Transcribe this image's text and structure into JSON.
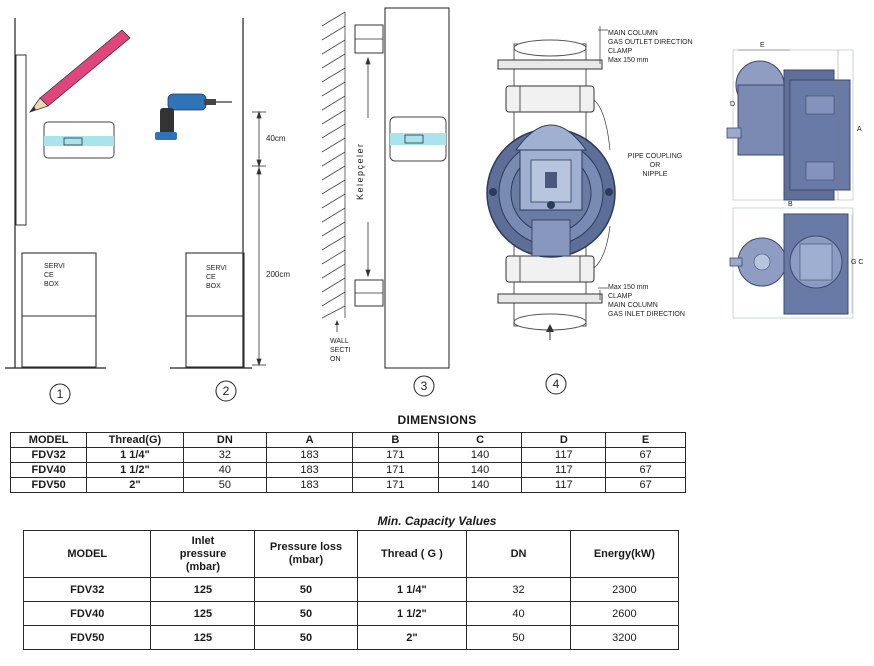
{
  "figures": {
    "step1": {
      "number": "1",
      "box_label": "SERVI\nCE\nBOX"
    },
    "step2": {
      "number": "2",
      "box_label": "SERVI\nCE\nBOX",
      "dim_upper": "40cm",
      "dim_lower": "200cm"
    },
    "step3": {
      "number": "3",
      "vertical_text": "Kelepçeler",
      "wall_label": "WALL\nSECTI\nON"
    },
    "step4": {
      "number": "4",
      "top_label": "MAIN COLUMN\nGAS OUTLET DIRECTION\nCLAMP\nMax 150 mm",
      "middle_label": "PIPE COUPLING\nOR\nNIPPLE",
      "bottom_label": "Max 150 mm\nCLAMP\nMAIN COLUMN\nGAS INLET DIRECTION"
    },
    "drawing_letters": {
      "top_width": "E",
      "side_left": "D",
      "side_right": "A",
      "lower_top": "B",
      "lower_right": "G C"
    }
  },
  "dimensions": {
    "title": "DIMENSIONS",
    "headers": [
      "MODEL",
      "Thread(G)",
      "DN",
      "A",
      "B",
      "C",
      "D",
      "E"
    ],
    "rows": [
      [
        "FDV32",
        "1 1/4\"",
        "32",
        "183",
        "171",
        "140",
        "117",
        "67"
      ],
      [
        "FDV40",
        "1 1/2\"",
        "40",
        "183",
        "171",
        "140",
        "117",
        "67"
      ],
      [
        "FDV50",
        "2\"",
        "50",
        "183",
        "171",
        "140",
        "117",
        "67"
      ]
    ]
  },
  "capacity": {
    "title": "Min. Capacity Values",
    "headers": [
      "MODEL",
      "Inlet\npressure\n(mbar)",
      "Pressure loss\n(mbar)",
      "Thread ( G )",
      "DN",
      "Energy(kW)"
    ],
    "rows": [
      [
        "FDV32",
        "125",
        "50",
        "1 1/4\"",
        "32",
        "2300"
      ],
      [
        "FDV40",
        "125",
        "50",
        "1 1/2\"",
        "40",
        "2600"
      ],
      [
        "FDV50",
        "125",
        "50",
        "2\"",
        "50",
        "3200"
      ]
    ]
  },
  "colors": {
    "ink": "#1a1a1a",
    "pencil": "#e0457b",
    "level_bubble": "#a9e3ee",
    "valve_blue": "#5d6f99",
    "valve_light": "#9fb0d0"
  }
}
